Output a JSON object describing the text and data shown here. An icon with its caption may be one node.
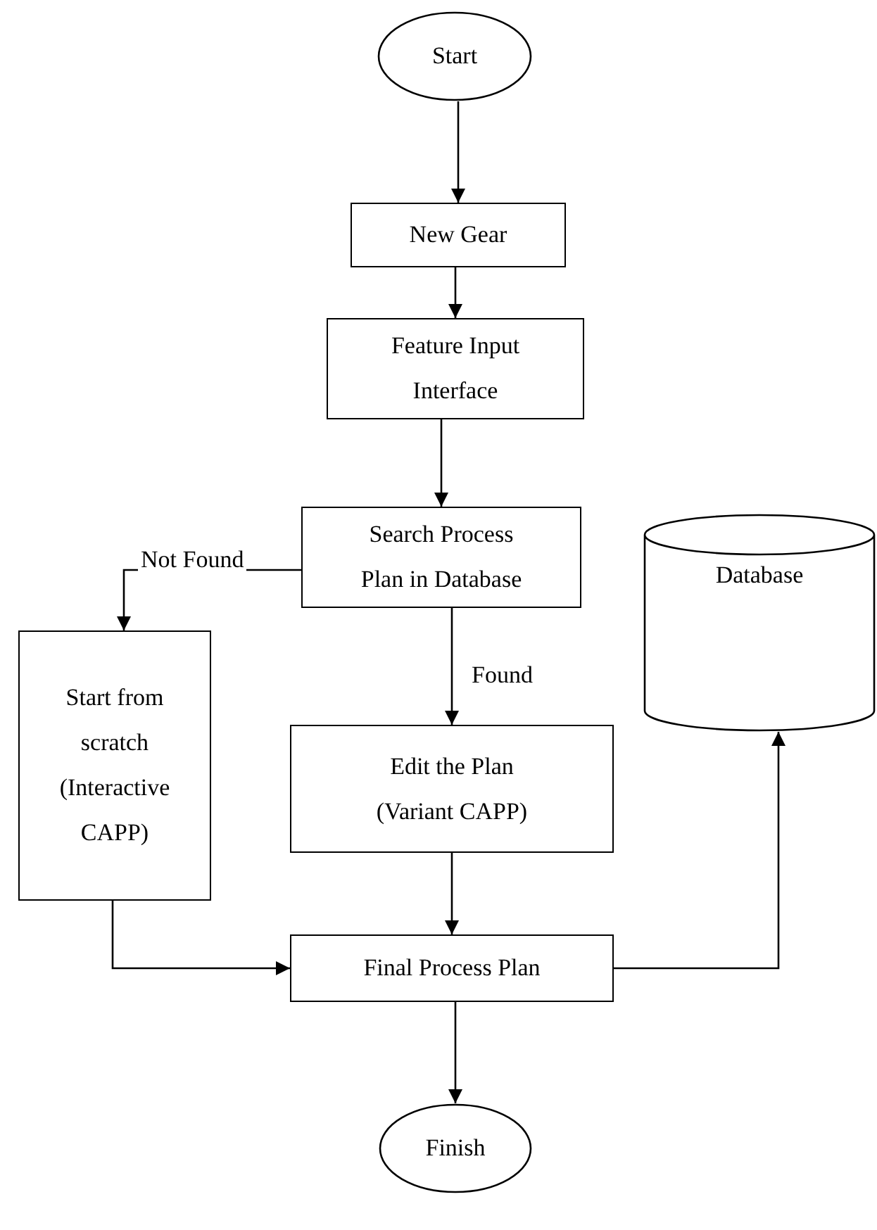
{
  "diagram": {
    "nodes": [
      {
        "text": [
          "Start"
        ]
      },
      {
        "text": [
          "New Gear"
        ]
      },
      {
        "text": [
          "Feature Input Interface"
        ]
      },
      {
        "text": [
          "Search Process Plan in Database"
        ]
      },
      {
        "text": [
          "Database"
        ]
      },
      {
        "text": [
          "Start from scratch (Interactive CAPP)"
        ]
      },
      {
        "text": [
          "Edit the Plan (Variant CAPP)"
        ]
      },
      {
        "text": [
          "Final Process Plan"
        ]
      },
      {
        "text": [
          "Finish"
        ]
      }
    ],
    "edges": [
      {
        "from": 0,
        "to": 1,
        "arrow": "to"
      },
      {
        "from": 1,
        "to": 2,
        "arrow": "to"
      },
      {
        "from": 2,
        "to": 3,
        "arrow": "to"
      },
      {
        "from": 3,
        "to": 5,
        "arrow": "to",
        "label": "Not Found"
      },
      {
        "from": 3,
        "to": 6,
        "arrow": "to",
        "label": "Found"
      },
      {
        "from": 5,
        "to": 7,
        "arrow": "to"
      },
      {
        "from": 6,
        "to": 7,
        "arrow": "to"
      },
      {
        "from": 7,
        "to": 4,
        "arrow": "to"
      },
      {
        "from": 7,
        "to": 8,
        "arrow": "to"
      }
    ]
  }
}
